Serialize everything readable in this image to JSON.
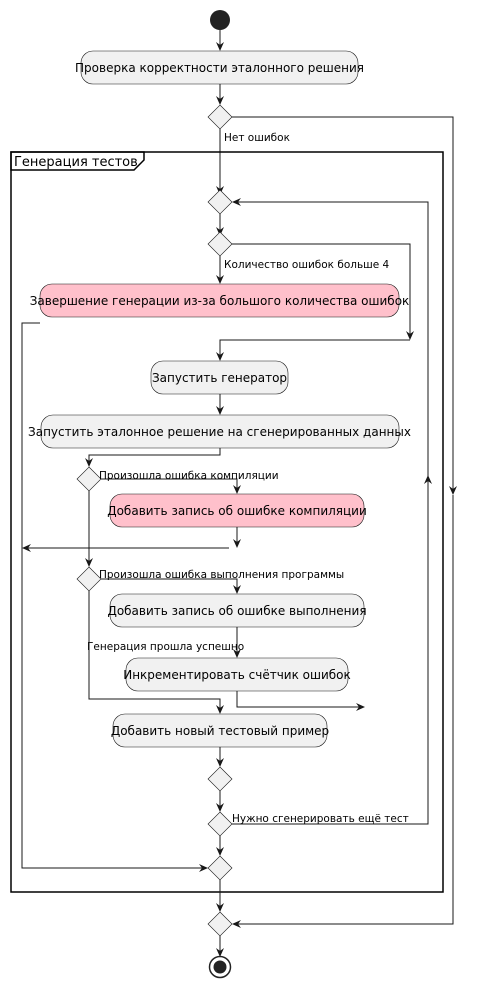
{
  "frame": {
    "title": "Генерация тестов"
  },
  "actions": {
    "check_reference": "Проверка корректности эталонного решения",
    "finish_generation": "Завершение генерации из-за большого количества ошибок",
    "run_generator": "Запустить генератор",
    "run_reference": "Запустить эталонное решение на сгенерированных данных",
    "add_compile_error": "Добавить запись об ошибке компиляции",
    "add_runtime_error": "Добавить запись об ошибке выполнения",
    "increment_counter": "Инкрементировать счётчик ошибок",
    "add_test": "Добавить новый тестовый пример"
  },
  "guards": {
    "no_errors": "Нет ошибок",
    "errors_over_4": "Количество ошибок больше 4",
    "compile_error": "Произошла ошибка компиляции",
    "runtime_error": "Произошла ошибка выполнения программы",
    "generation_ok": "Генерация прошла успешно",
    "need_more_tests": "Нужно сгенерировать ещё тест"
  },
  "colors": {
    "action_fill": "#F1F1F1",
    "error_fill": "#FFC0CB",
    "stroke": "#181818"
  }
}
